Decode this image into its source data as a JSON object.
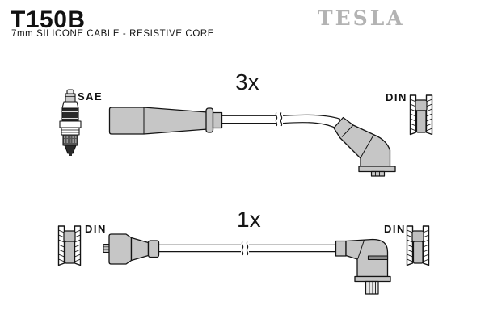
{
  "header": {
    "product_code": "T150B",
    "subtitle": "7mm SILICONE CABLE - RESISTIVE CORE",
    "brand_logo": "TESLA"
  },
  "colors": {
    "brand_gray": "#b3b3b3",
    "part_fill": "#c6c6c6",
    "part_fill_dark": "#8a8a8a",
    "outline": "#141414",
    "background": "#ffffff"
  },
  "rows": [
    {
      "quantity": "3x",
      "left_connector_label": "SAE",
      "left_connector_icon": "spark-plug-icon",
      "cable_icon": "straight-boot-cable-with-elbow-boot",
      "right_connector_label": "DIN",
      "right_connector_icon": "din-socket-icon"
    },
    {
      "quantity": "1x",
      "left_connector_label": "DIN",
      "left_connector_icon": "din-socket-icon",
      "cable_icon": "straight-boot-cable-with-right-angle-boot",
      "right_connector_label": "DIN",
      "right_connector_icon": "din-socket-icon"
    }
  ]
}
